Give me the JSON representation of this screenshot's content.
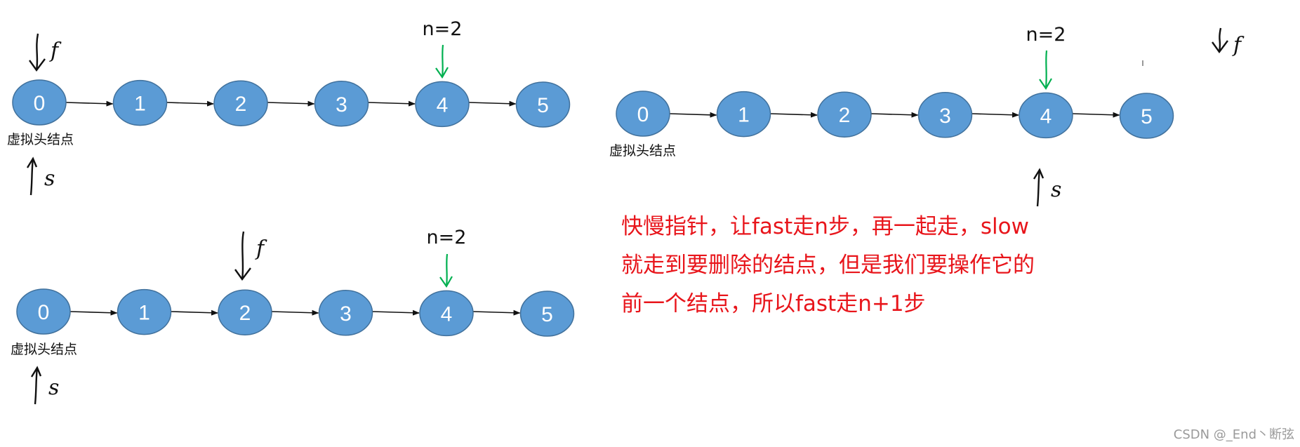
{
  "colors": {
    "node_fill": "#5b9bd5",
    "node_stroke": "#41719c",
    "node_text": "#ffffff",
    "arrow": "#111111",
    "n_marker_arrow": "#00b050",
    "note_text": "#e8151b",
    "watermark": "#9a9a9a"
  },
  "diagrams": [
    {
      "nodes": [
        "0",
        "1",
        "2",
        "3",
        "4",
        "5"
      ],
      "sublabel": "虚拟头结点",
      "n_label": "n=2",
      "n_marker_at": 4,
      "fast_label": "f",
      "fast_at": 0,
      "slow_label": "s",
      "slow_at": 0
    },
    {
      "nodes": [
        "0",
        "1",
        "2",
        "3",
        "4",
        "5"
      ],
      "sublabel": "虚拟头结点",
      "n_label": "n=2",
      "n_marker_at": 4,
      "fast_label": "f",
      "fast_at": 2,
      "slow_label": "s",
      "slow_at": 0
    },
    {
      "nodes": [
        "0",
        "1",
        "2",
        "3",
        "4",
        "5"
      ],
      "sublabel": "虚拟头结点",
      "n_label": "n=2",
      "n_marker_at": 4,
      "fast_label": "f",
      "fast_at": 6,
      "slow_label": "s",
      "slow_at": 4
    }
  ],
  "note": {
    "line1": "快慢指针，让fast走n步，再一起走，slow",
    "line2": "就走到要删除的结点，但是我们要操作它的",
    "line3": "前一个结点，所以fast走n+1步"
  },
  "watermark": "CSDN @_End丶断弦"
}
